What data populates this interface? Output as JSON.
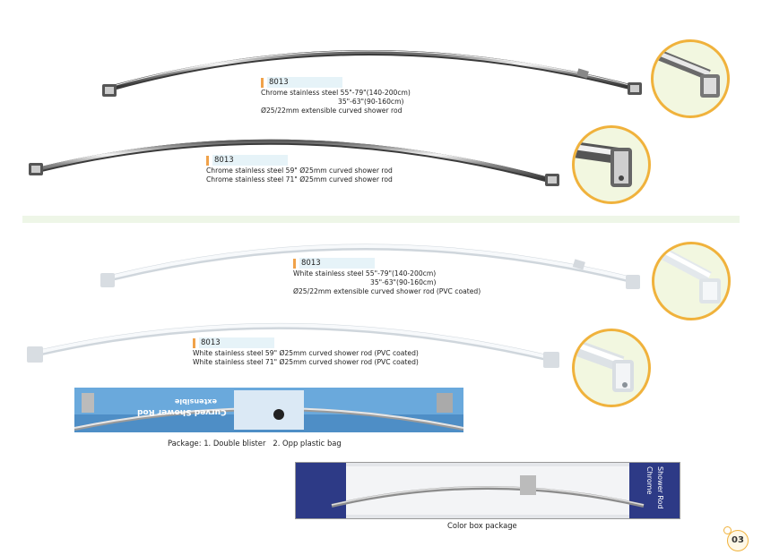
{
  "products": [
    {
      "code": "8013",
      "lines": [
        "Chrome stainless steel 55\"-79\"(140-200cm)",
        "35\"-63\"(90-160cm)",
        "Ø25/22mm extensible curved shower rod"
      ]
    },
    {
      "code": "8013",
      "lines": [
        "Chrome stainless steel 59\" Ø25mm curved shower rod",
        "Chrome stainless steel 71\" Ø25mm curved shower rod"
      ]
    },
    {
      "code": "8013",
      "lines": [
        "White stainless steel 55\"-79\"(140-200cm)",
        "35\"-63\"(90-160cm)",
        "Ø25/22mm extensible curved shower rod (PVC coated)"
      ]
    },
    {
      "code": "8013",
      "lines": [
        "White stainless steel 59\" Ø25mm curved shower rod (PVC coated)",
        "White stainless steel 71\" Ø25mm curved shower rod (PVC coated)"
      ]
    }
  ],
  "blister_package": {
    "text_main": "Curved Shower Rod",
    "text_sub": "extensible"
  },
  "package_caption": "Package: 1. Double blister   2. Opp plastic bag",
  "color_box": {
    "brand_line1": "Chrome",
    "brand_line2": "Shower Rod"
  },
  "color_box_caption": "Color box package",
  "page_number": "03",
  "colors": {
    "accent_orange": "#f0a24a",
    "circle_border": "#f0b23c",
    "label_bg": "#e6f3f8",
    "divider": "#eef6e7",
    "box_navy": "#2d3a86"
  }
}
